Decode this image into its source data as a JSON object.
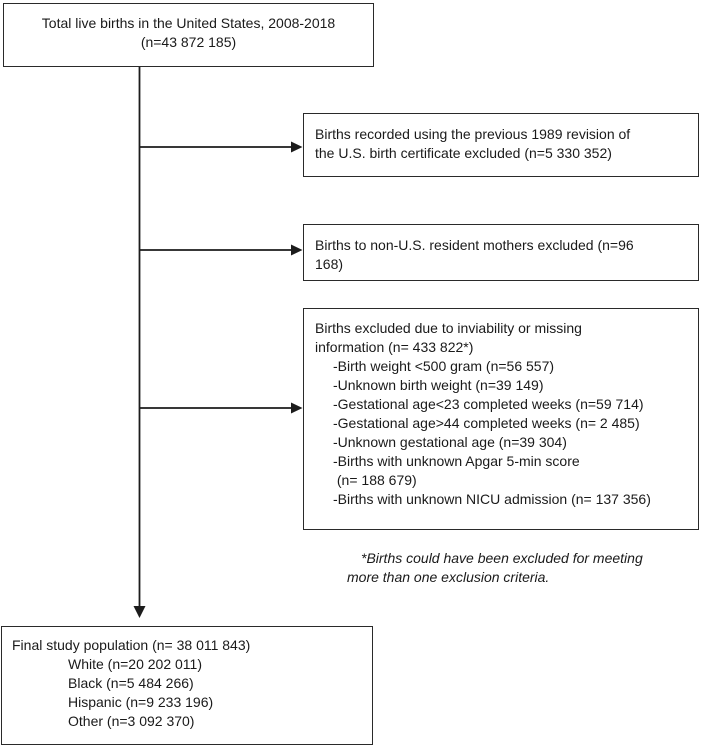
{
  "figure": {
    "background_color": "#ffffff",
    "line_color": "#1c1c1c",
    "text_color": "#1a1a1a"
  },
  "top_box": {
    "lines": [
      "Total live births in the United States, 2008-2018",
      "(n=43 872 185)"
    ]
  },
  "exclusion_1989": {
    "lines": [
      "Births recorded using the previous 1989 revision of",
      "the U.S. birth certificate excluded (n=5 330 352)"
    ]
  },
  "exclusion_nonus": {
    "lines": [
      "Births to non-U.S. resident mothers excluded (n=96",
      "168)"
    ]
  },
  "exclusion_missing": {
    "header_lines": [
      "Births excluded due to inviability or missing",
      "information (n= 433 822*)"
    ],
    "items": [
      "-Birth weight <500 gram (n=56 557)",
      "-Unknown birth weight (n=39 149)",
      "-Gestational age<23 completed weeks (n=59 714)",
      "-Gestational age>44 completed weeks (n= 2 485)",
      "-Unknown gestational age (n=39 304)",
      "-Births with unknown Apgar 5-min score",
      " (n= 188 679)",
      "-Births with unknown NICU admission (n= 137 356)"
    ]
  },
  "footnote": {
    "lines": [
      "*Births could have been excluded for meeting",
      "more than one exclusion criteria."
    ]
  },
  "final_box": {
    "title": "Final study population (n= 38 011 843)",
    "subgroups": [
      "White (n=20 202 011)",
      "Black (n=5 484 266)",
      "Hispanic (n=9 233 196)",
      "Other (n=3 092 370)"
    ]
  }
}
